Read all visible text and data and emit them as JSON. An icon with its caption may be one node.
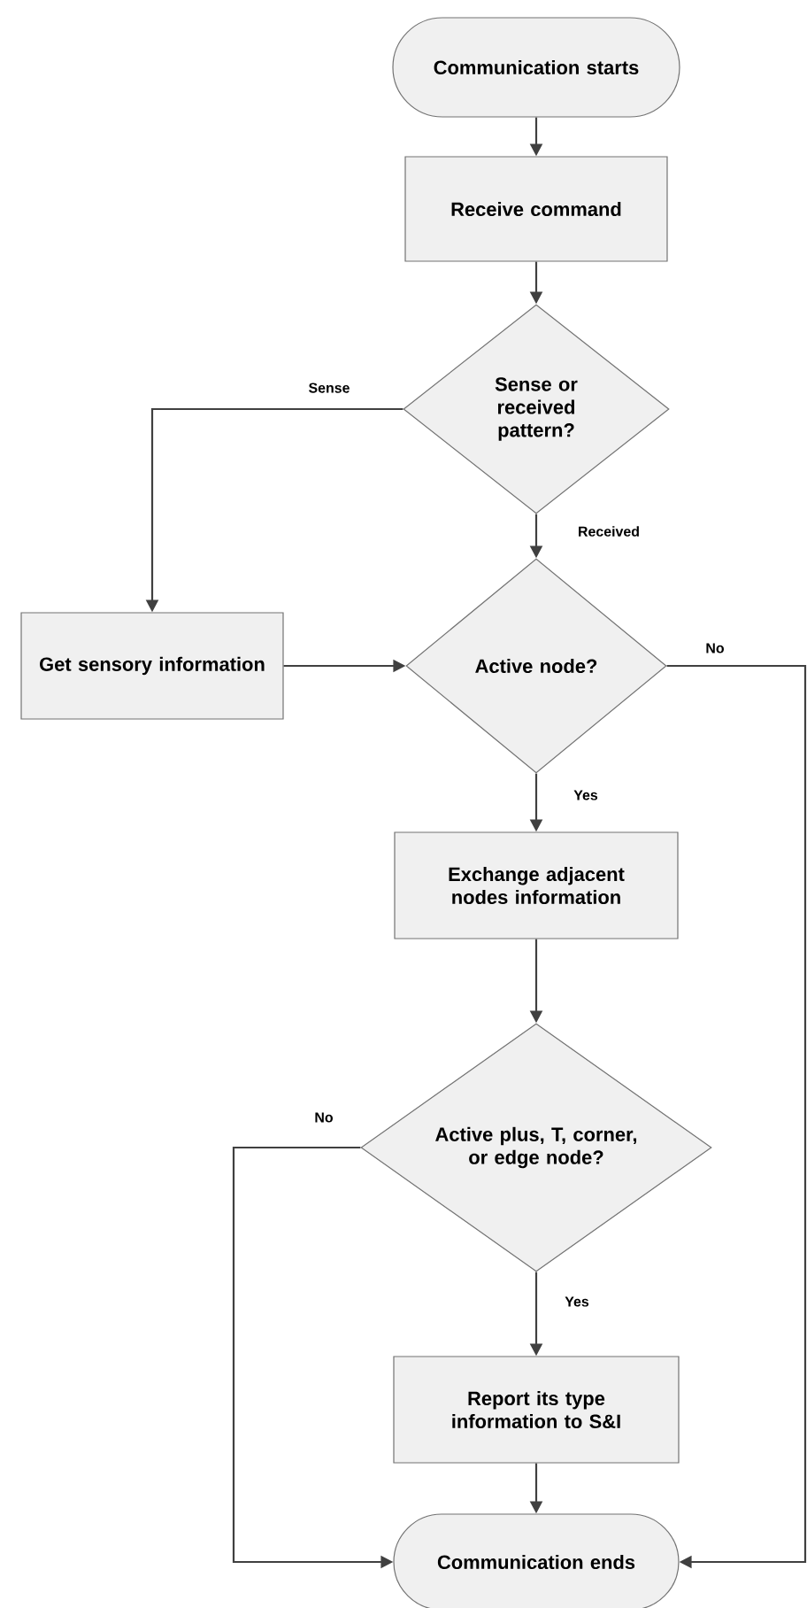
{
  "diagram": {
    "nodes": [
      {
        "text": [
          "Communication starts"
        ]
      },
      {
        "text": [
          "Receive command"
        ]
      },
      {
        "text": [
          "Sense or received pattern?"
        ]
      },
      {
        "text": [
          "Get sensory information"
        ]
      },
      {
        "text": [
          "Active node?"
        ]
      },
      {
        "text": [
          "Exchange adjacent nodes information"
        ]
      },
      {
        "text": [
          "Active plus, T, corner, or edge node?"
        ]
      },
      {
        "text": [
          "Report its type information to S&I"
        ]
      },
      {
        "text": [
          "Communication ends"
        ]
      }
    ],
    "edges": [
      {
        "from": 0,
        "to": 1,
        "arrow": "to"
      },
      {
        "from": 1,
        "to": 2,
        "arrow": "to"
      },
      {
        "from": 2,
        "to": 3,
        "arrow": "to",
        "label": "Sense"
      },
      {
        "from": 2,
        "to": 4,
        "arrow": "to",
        "label": "Received"
      },
      {
        "from": 3,
        "to": 4,
        "arrow": "to"
      },
      {
        "from": 4,
        "to": 8,
        "arrow": "to",
        "label": "No"
      },
      {
        "from": 4,
        "to": 5,
        "arrow": "to",
        "label": "Yes"
      },
      {
        "from": 5,
        "to": 6,
        "arrow": "to"
      },
      {
        "from": 6,
        "to": 8,
        "arrow": "to",
        "label": "No"
      },
      {
        "from": 6,
        "to": 7,
        "arrow": "to",
        "label": "Yes"
      },
      {
        "from": 7,
        "to": 8,
        "arrow": "to"
      }
    ]
  }
}
